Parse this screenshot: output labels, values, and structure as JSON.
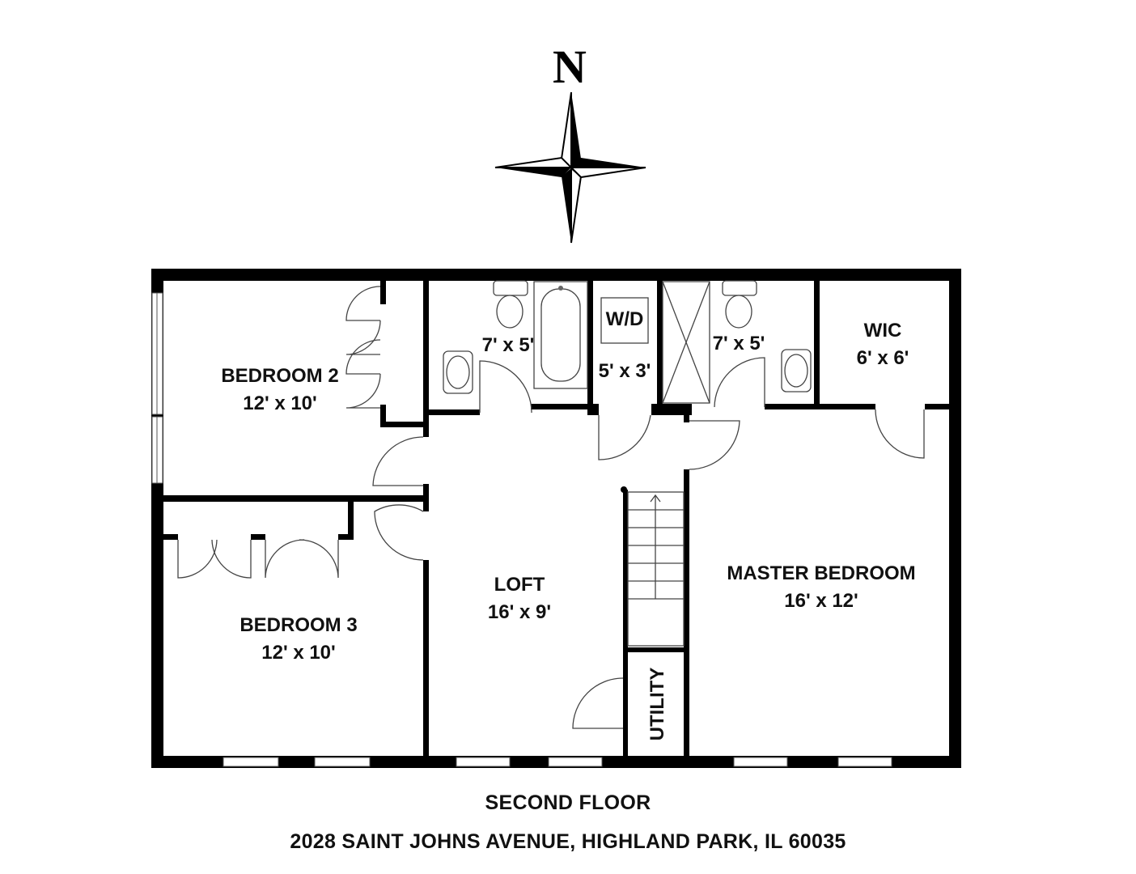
{
  "compass": {
    "letter": "N",
    "icon": "compass-rose-icon"
  },
  "rooms": {
    "bedroom2": {
      "name": "BEDROOM 2",
      "size": "12' x 10'"
    },
    "bedroom3": {
      "name": "BEDROOM 3",
      "size": "12' x 10'"
    },
    "bath1": {
      "size": "7' x 5'"
    },
    "laundry": {
      "name": "W/D",
      "size": "5' x 3'"
    },
    "bath2": {
      "size": "7' x 5'"
    },
    "wic": {
      "name": "WIC",
      "size": "6' x 6'"
    },
    "loft": {
      "name": "LOFT",
      "size": "16' x 9'"
    },
    "master": {
      "name": "MASTER BEDROOM",
      "size": "16' x 12'"
    },
    "utility": {
      "name": "UTILITY"
    }
  },
  "caption": {
    "floor": "SECOND FLOOR",
    "address": "2028 SAINT JOHNS AVENUE, HIGHLAND PARK, IL 60035"
  },
  "colors": {
    "wall": "#000000",
    "background": "#ffffff",
    "text": "#111111"
  }
}
